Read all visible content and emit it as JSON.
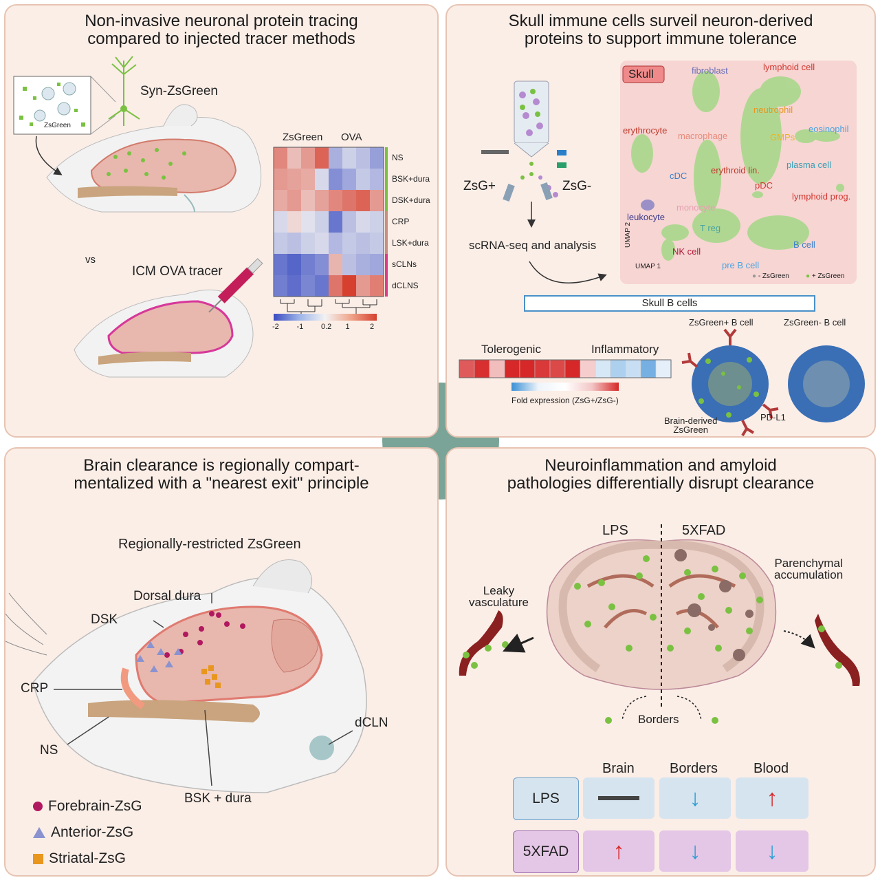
{
  "center_circle_color": "#7aa497",
  "panels": {
    "p1": {
      "title": "Non-invasive neuronal protein tracing\ncompared to injected tracer methods",
      "syn_label": "Syn-ZsGreen",
      "zsgreen_inset": "ZsGreen",
      "vs": "vs",
      "icm_label": "ICM OVA tracer",
      "heatmap": {
        "col_groups": [
          "ZsGreen",
          "OVA"
        ],
        "rows": [
          "NS",
          "BSK+dura",
          "DSK+dura",
          "CRP",
          "LSK+dura",
          "sCLNs",
          "dCLNS"
        ],
        "values": [
          [
            1.2,
            0.6,
            1.0,
            1.6,
            -0.8,
            -0.4,
            -0.6,
            -1.0
          ],
          [
            1.0,
            0.9,
            0.8,
            -0.3,
            -1.2,
            -0.9,
            -0.5,
            -0.7
          ],
          [
            0.8,
            1.0,
            0.6,
            0.9,
            1.2,
            1.4,
            1.6,
            1.0
          ],
          [
            -0.3,
            0.3,
            -0.2,
            -0.4,
            -1.5,
            -0.6,
            -0.3,
            -0.4
          ],
          [
            -0.5,
            -0.6,
            -0.4,
            -0.3,
            -0.7,
            -0.5,
            -0.6,
            -0.5
          ],
          [
            -1.5,
            -1.7,
            -1.4,
            -1.2,
            0.7,
            -0.6,
            -0.8,
            -0.9
          ],
          [
            -1.4,
            -1.6,
            -1.3,
            -1.5,
            1.4,
            2.0,
            1.0,
            1.3
          ]
        ],
        "bar_colors": [
          "#7ac142",
          "#c98f80",
          "#e03a8c"
        ],
        "scale_ticks": [
          "-2",
          "-1",
          "0.2",
          "1",
          "2"
        ]
      }
    },
    "p2": {
      "title": "Skull immune cells surveil neuron-derived\nproteins to support immune tolerance",
      "zsg_pos": "ZsG+",
      "zsg_neg": "ZsG-",
      "scrna": "scRNA-seq and analysis",
      "umap": {
        "skull": "Skull",
        "clusters": [
          {
            "name": "fibroblast",
            "color": "#6b6fb5"
          },
          {
            "name": "lymphoid cell",
            "color": "#d2362f"
          },
          {
            "name": "neutrophil",
            "color": "#e8961e"
          },
          {
            "name": "erythrocyte",
            "color": "#c0392b"
          },
          {
            "name": "macrophage",
            "color": "#e88a7a"
          },
          {
            "name": "GMPs",
            "color": "#e8b41e"
          },
          {
            "name": "eosinophil",
            "color": "#4aa3df"
          },
          {
            "name": "plasma cell",
            "color": "#3a9fb5"
          },
          {
            "name": "cDC",
            "color": "#3a7fc8"
          },
          {
            "name": "erythroid lin.",
            "color": "#c0392b"
          },
          {
            "name": "pDC",
            "color": "#d2362f"
          },
          {
            "name": "lymphoid prog.",
            "color": "#d2362f"
          },
          {
            "name": "monocyte",
            "color": "#e6a0b0"
          },
          {
            "name": "leukocyte",
            "color": "#3a3a8c"
          },
          {
            "name": "T reg",
            "color": "#4aa3a0"
          },
          {
            "name": "NK cell",
            "color": "#b01e3c"
          },
          {
            "name": "B cell",
            "color": "#3a7fc8"
          },
          {
            "name": "pre B cell",
            "color": "#4aa3df"
          }
        ],
        "axis_y": "UMAP 2",
        "axis_x": "UMAP 1",
        "legend_neg": "- ZsGreen",
        "legend_pos": "+ ZsGreen"
      },
      "skull_b_cells": "Skull B cells",
      "tolerogenic": "Tolerogenic",
      "inflammatory": "Inflammatory",
      "fold_expression": "Fold expression (ZsG+/ZsG-)",
      "fold_values": [
        2.0,
        2.5,
        0.8,
        2.6,
        2.6,
        2.4,
        2.2,
        2.6,
        0.6,
        -0.3,
        -0.6,
        -0.4,
        -1.0,
        -0.2
      ],
      "zsgreen_pos_bcell": "ZsGreen+ B cell",
      "zsgreen_neg_bcell": "ZsGreen- B cell",
      "brain_derived": "Brain-derived\nZsGreen",
      "pdl1": "PD-L1"
    },
    "p3": {
      "title": "Brain clearance is regionally compart-\nmentalized with a \"nearest exit\" principle",
      "regional": "Regionally-restricted ZsGreen",
      "dorsal_dura": "Dorsal dura",
      "dsk": "DSK",
      "crp": "CRP",
      "ns": "NS",
      "dcln": "dCLN",
      "bsk": "BSK + dura",
      "legend": [
        {
          "label": "Forebrain-ZsG",
          "color": "#b0185f",
          "shape": "circle"
        },
        {
          "label": "Anterior-ZsG",
          "color": "#8a93d0",
          "shape": "triangle"
        },
        {
          "label": "Striatal-ZsG",
          "color": "#e8961e",
          "shape": "square"
        }
      ]
    },
    "p4": {
      "title": "Neuroinflammation and amyloid\npathologies differentially disrupt clearance",
      "lps": "LPS",
      "fivexfad": "5XFAD",
      "leaky": "Leaky\nvasculature",
      "parenchymal": "Parenchymal\naccumulation",
      "borders": "Borders",
      "table": {
        "headers": [
          "Brain",
          "Borders",
          "Blood"
        ],
        "rows": [
          {
            "label": "LPS",
            "cells": [
              "none",
              "down",
              "up"
            ]
          },
          {
            "label": "5XFAD",
            "cells": [
              "up",
              "down",
              "down"
            ]
          }
        ],
        "up_color": "#d62828",
        "down_color": "#2a9fd6"
      }
    }
  }
}
